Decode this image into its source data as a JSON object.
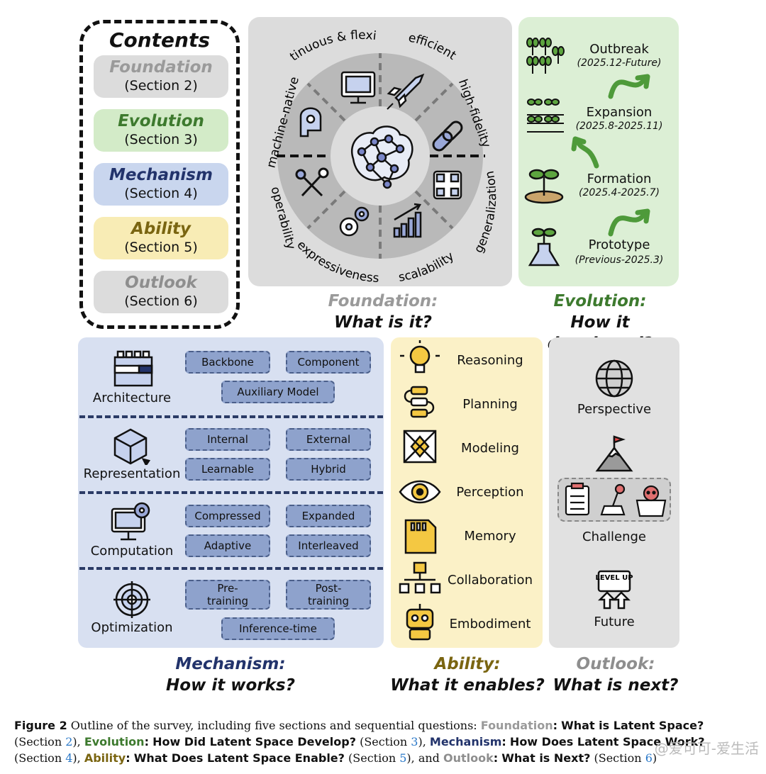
{
  "colors": {
    "foundation": "#9a9a9a",
    "evolution": "#3d7a2e",
    "mechanism": "#22336b",
    "ability": "#7a6511",
    "outlook": "#8e8e8e",
    "link": "#2a78c8"
  },
  "contents": {
    "title": "Contents",
    "items": [
      {
        "title": "Foundation",
        "section": "(Section 2)"
      },
      {
        "title": "Evolution",
        "section": "(Section 3)"
      },
      {
        "title": "Mechanism",
        "section": "(Section 4)"
      },
      {
        "title": "Ability",
        "section": "(Section 5)"
      },
      {
        "title": "Outlook",
        "section": "(Section 6)"
      }
    ]
  },
  "foundation": {
    "properties": [
      "continuous & flexible",
      "efficient",
      "high-fidelity",
      "machine-native",
      "operability",
      "generalization",
      "expressiveness",
      "scalability"
    ],
    "caption_title": "Foundation:",
    "caption_question": "What is it?"
  },
  "evolution": {
    "stages": [
      {
        "name": "Outbreak",
        "date": "(2025.12-Future)"
      },
      {
        "name": "Expansion",
        "date": "(2025.8-2025.11)"
      },
      {
        "name": "Formation",
        "date": "(2025.4-2025.7)"
      },
      {
        "name": "Prototype",
        "date": "(Previous-2025.3)"
      }
    ],
    "caption_title": "Evolution:",
    "caption_question": "How it developed?"
  },
  "mechanism": {
    "groups": [
      {
        "label": "Architecture",
        "tags": [
          "Backbone",
          "Component",
          "Auxiliary Model"
        ]
      },
      {
        "label": "Representation",
        "tags": [
          "Internal",
          "External",
          "Learnable",
          "Hybrid"
        ]
      },
      {
        "label": "Computation",
        "tags": [
          "Compressed",
          "Expanded",
          "Adaptive",
          "Interleaved"
        ]
      },
      {
        "label": "Optimization",
        "tags": [
          "Pre-\ntraining",
          "Post-\ntraining",
          "Inference-time"
        ]
      }
    ],
    "caption_title": "Mechanism:",
    "caption_question": "How it works?"
  },
  "ability": {
    "items": [
      "Reasoning",
      "Planning",
      "Modeling",
      "Perception",
      "Memory",
      "Collaboration",
      "Embodiment"
    ],
    "caption_title": "Ability:",
    "caption_question": "What it enables?"
  },
  "outlook": {
    "items": [
      "Perspective",
      "Challenge",
      "Future"
    ],
    "level_up_text": "LEVEL UP",
    "caption_title": "Outlook:",
    "caption_question": "What is next?"
  },
  "figure_caption": {
    "label": "Figure 2",
    "intro": "Outline of the survey, including five sections and sequential questions:",
    "parts": [
      {
        "name": "Foundation",
        "question": "What is Latent Space?",
        "section_prefix": "(Section ",
        "num": "2",
        "suffix": "),"
      },
      {
        "name": "Evolution",
        "question": "How Did Latent Space Develop?",
        "section_prefix": "(Section ",
        "num": "3",
        "suffix": "),"
      },
      {
        "name": "Mechanism",
        "question": "How Does Latent Space Work?",
        "section_prefix": "(Section ",
        "num": "4",
        "suffix": "),"
      },
      {
        "name": "Ability",
        "question": "What Does Latent Space Enable?",
        "section_prefix": "(Section ",
        "num": "5",
        "suffix": "), and"
      },
      {
        "name": "Outlook",
        "question": "What is Next?",
        "section_prefix": "(Section ",
        "num": "6",
        "suffix": ")"
      }
    ]
  },
  "watermark": "@爱可可-爱生活"
}
